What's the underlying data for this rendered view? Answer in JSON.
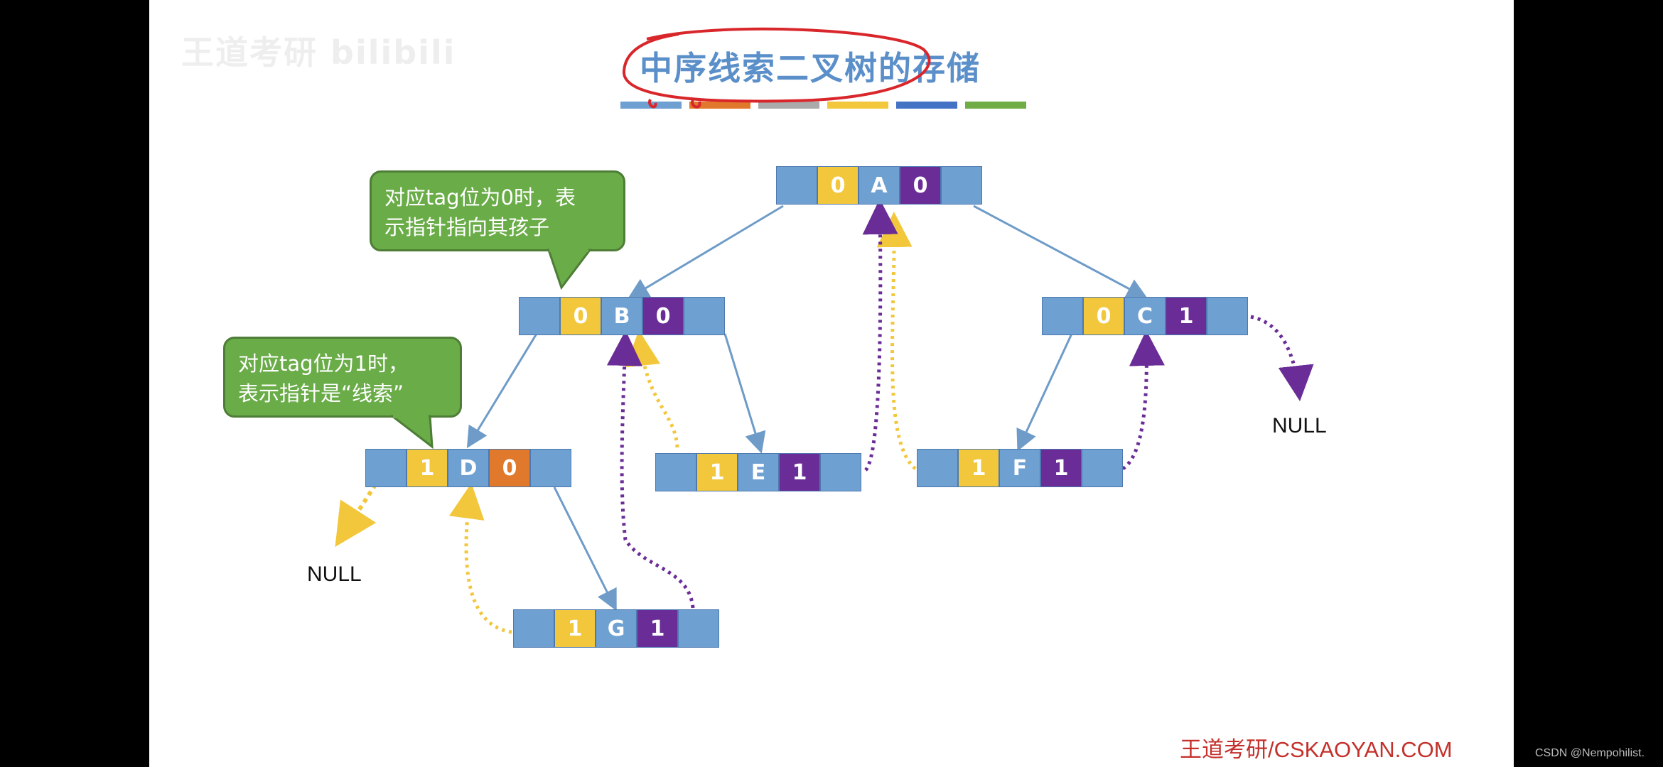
{
  "watermark": "王道考研 bilibili",
  "title": "中序线索二叉树的存储",
  "title_bar_colors": [
    "#6ea0d2",
    "#e0792b",
    "#aaaaaa",
    "#f2c73c",
    "#4472c4",
    "#70ad47"
  ],
  "bubbles": [
    {
      "text_line1": "对应tag位为0时，表",
      "text_line2": "示指针指向其孩子"
    },
    {
      "text_line1": "对应tag位为1时，",
      "text_line2": "表示指针是“线索”"
    }
  ],
  "nodes": [
    {
      "id": "A",
      "ltag": "0",
      "data": "A",
      "rtag": "0",
      "rtag_color": "purple"
    },
    {
      "id": "B",
      "ltag": "0",
      "data": "B",
      "rtag": "0",
      "rtag_color": "purple"
    },
    {
      "id": "C",
      "ltag": "0",
      "data": "C",
      "rtag": "1",
      "rtag_color": "purple"
    },
    {
      "id": "D",
      "ltag": "1",
      "data": "D",
      "rtag": "0",
      "rtag_color": "orange"
    },
    {
      "id": "E",
      "ltag": "1",
      "data": "E",
      "rtag": "1",
      "rtag_color": "purple"
    },
    {
      "id": "F",
      "ltag": "1",
      "data": "F",
      "rtag": "1",
      "rtag_color": "purple"
    },
    {
      "id": "G",
      "ltag": "1",
      "data": "G",
      "rtag": "1",
      "rtag_color": "purple"
    }
  ],
  "null_labels": [
    "NULL",
    "NULL"
  ],
  "footer": "王道考研/CSKAOYAN.COM",
  "csdn": "CSDN @Nempohilist.",
  "colors": {
    "pointer": "#6ea0d2",
    "ltag": "#f2c73c",
    "rtag_purple": "#6a2c96",
    "rtag_orange": "#e0792b",
    "child_edge": "#6e9bc8",
    "left_thread": "#f2c73c",
    "right_thread": "#6a2c96",
    "bubble": "#6aac48",
    "title": "#5b8fc9",
    "footer": "#c4302b"
  }
}
